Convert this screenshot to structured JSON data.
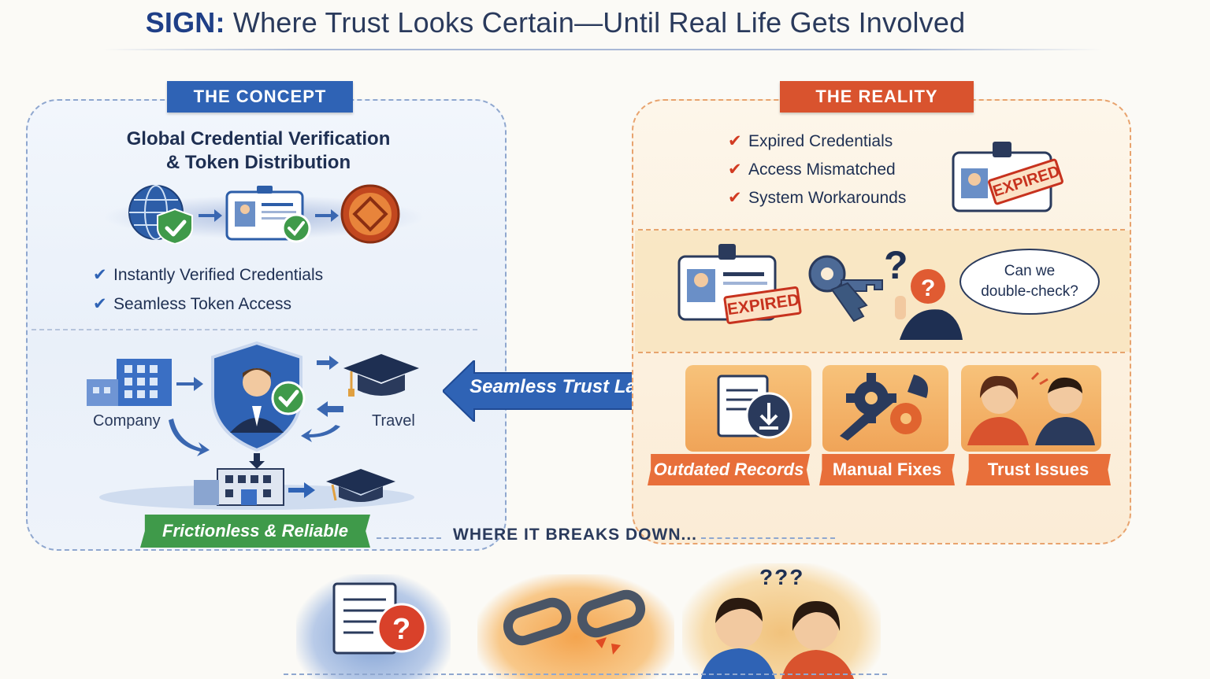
{
  "title": {
    "keyword": "SIGN:",
    "rest": " Where Trust Looks Certain—Until Real Life Gets Involved"
  },
  "concept": {
    "tag": "THE CONCEPT",
    "heading_line1": "Global Credential Verification",
    "heading_line2": "& Token Distribution",
    "checks": [
      "Instantly Verified Credentials",
      "Seamless Token Access"
    ],
    "nodes": {
      "company": "Company",
      "travel": "Travel"
    },
    "banner": "Frictionless & Reliable"
  },
  "center": {
    "trust_layer": "Seamless Trust Layer",
    "breaks_down": "WHERE IT BREAKS DOWN..."
  },
  "reality": {
    "tag": "THE REALITY",
    "checks": [
      "Expired Credentials",
      "Access Mismatched",
      "System Workarounds"
    ],
    "stamp": "EXPIRED",
    "speech_line1": "Can we",
    "speech_line2": "double-check?",
    "issues": [
      "Outdated Records",
      "Manual Fixes",
      "Trust Issues"
    ]
  },
  "bottom": {
    "confusion": "???"
  },
  "colors": {
    "concept_blue": "#2f63b5",
    "reality_orange": "#d9532e",
    "check_green": "#3f9a4a",
    "title_navy": "#1f3f87"
  },
  "icons": [
    "globe-icon",
    "shield-check-icon",
    "id-card-icon",
    "token-coin-icon",
    "building-icon",
    "user-shield-icon",
    "graduation-cap-icon",
    "keys-icon",
    "question-icon",
    "gears-icon",
    "people-icon",
    "broken-chain-icon",
    "document-question-icon"
  ]
}
